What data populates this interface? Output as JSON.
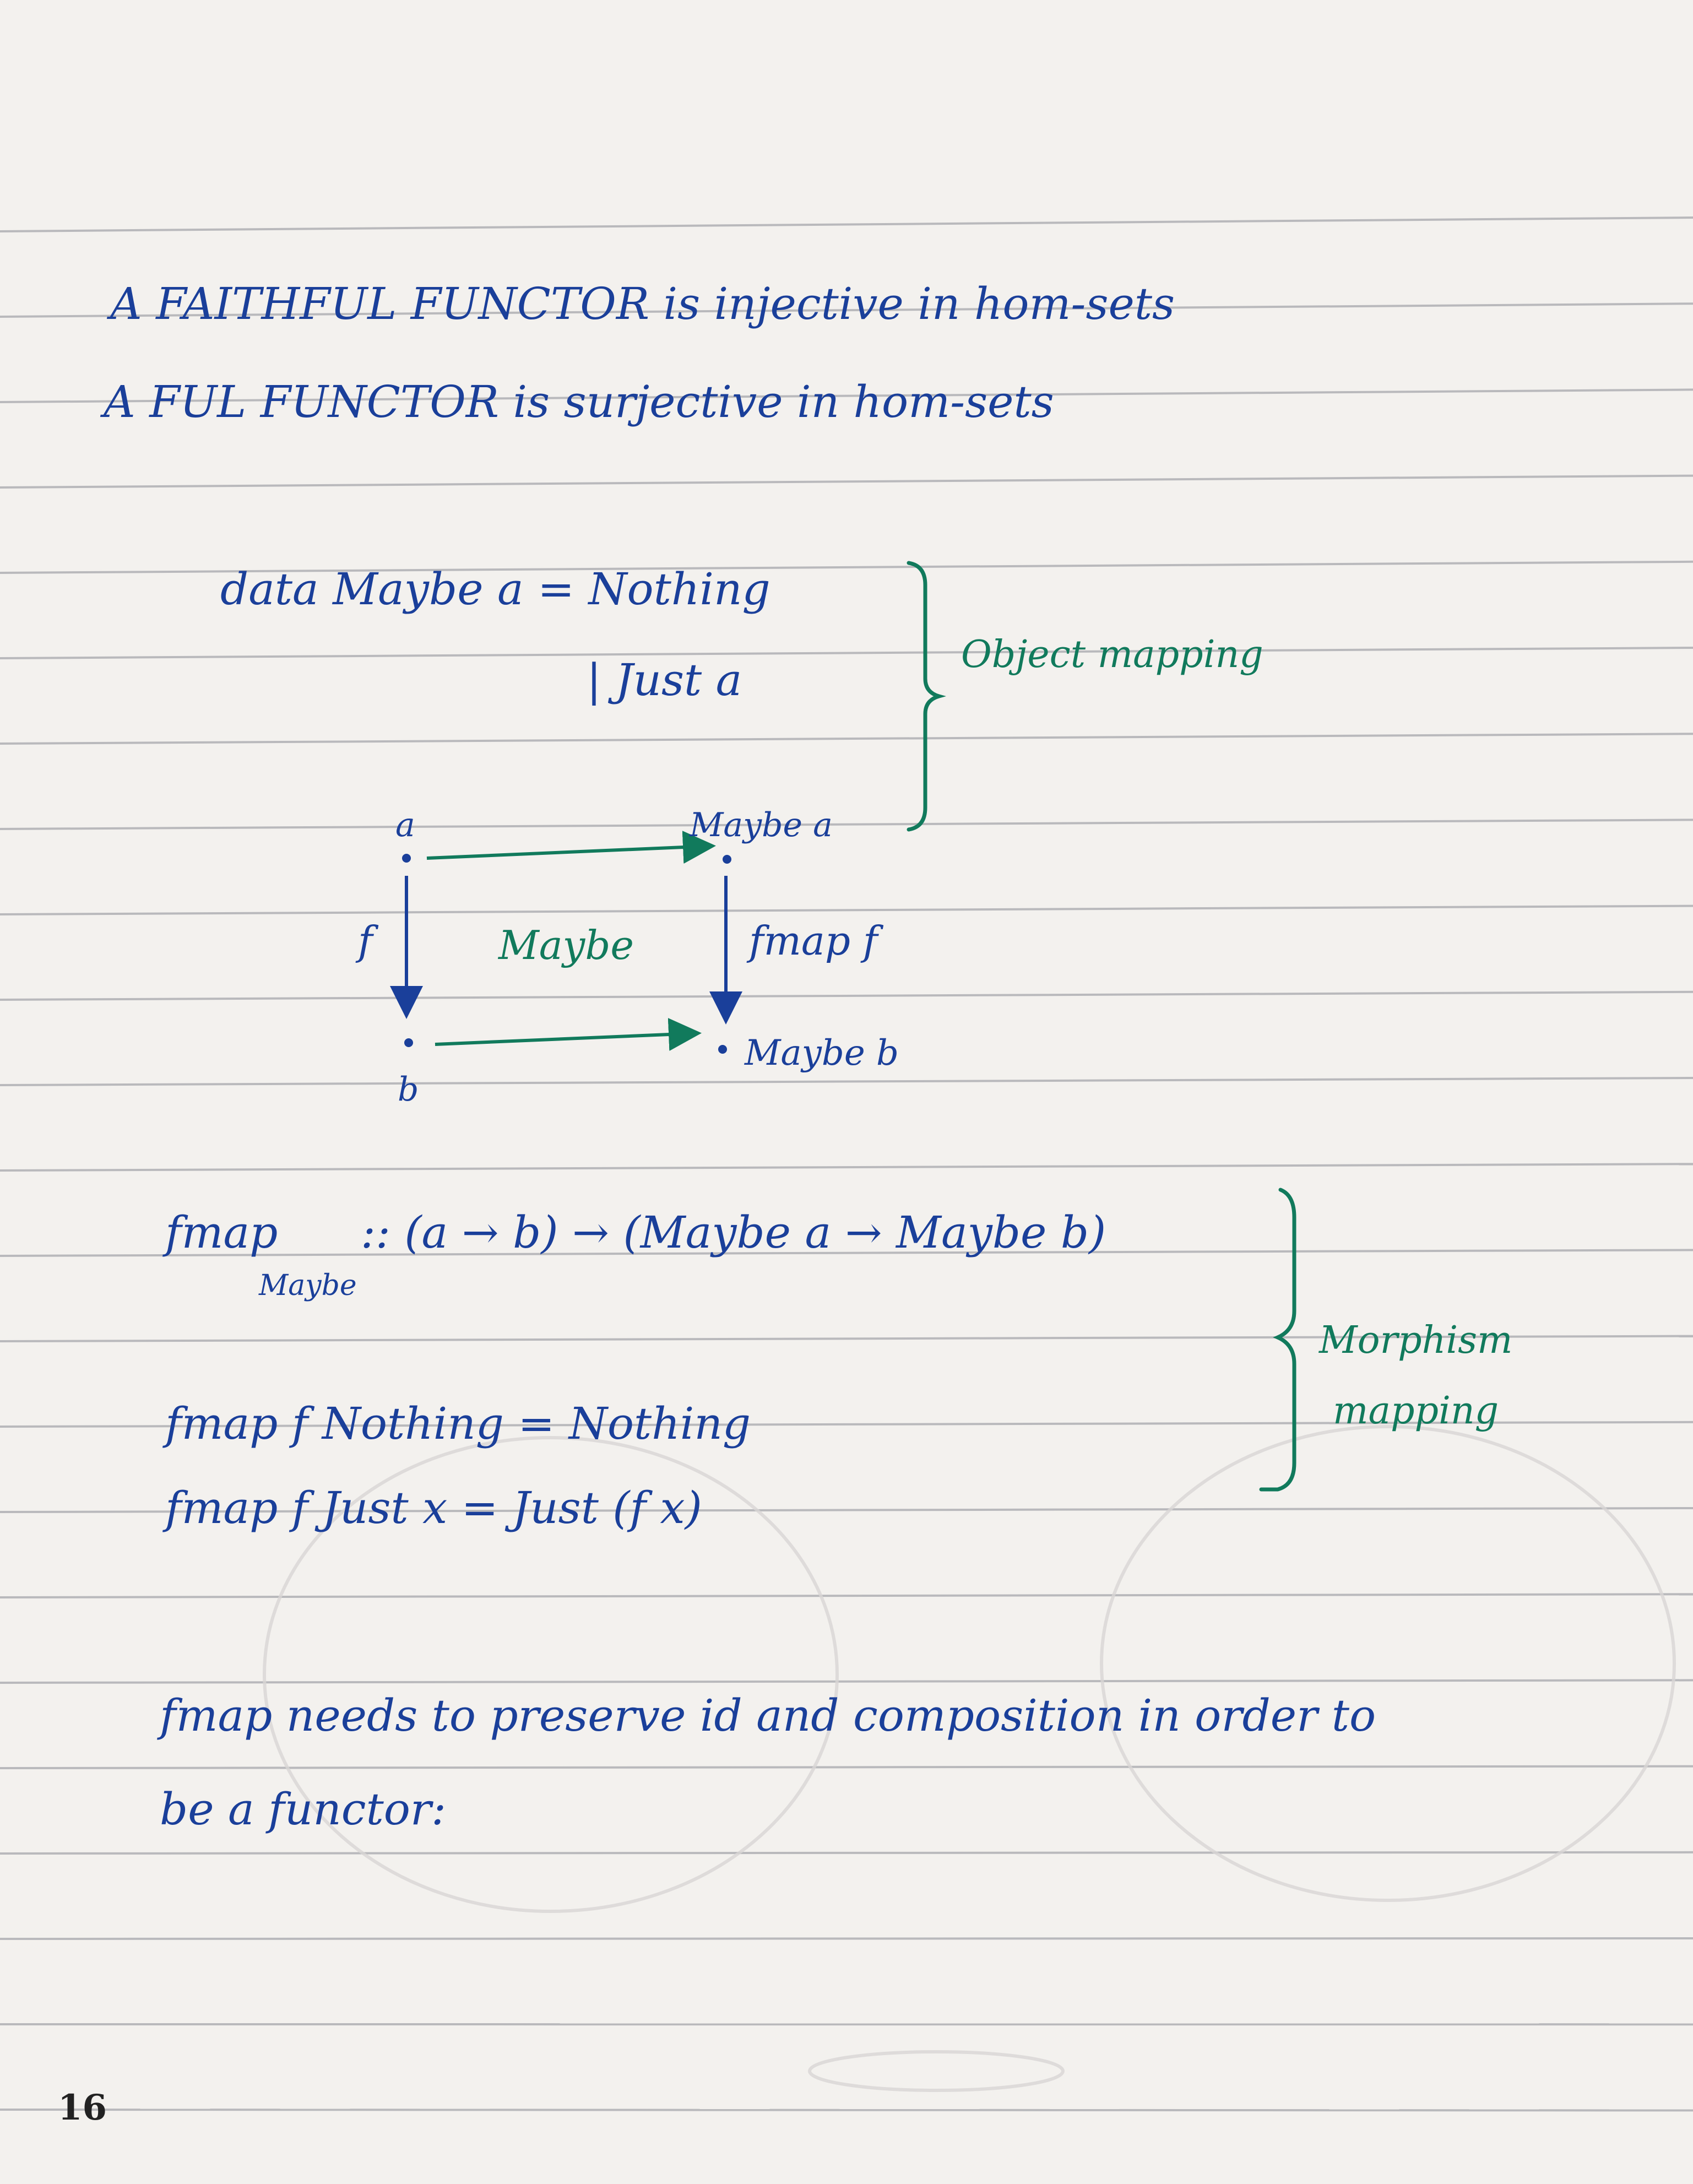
{
  "colors": {
    "blue_ink": "#1a3f9a",
    "green_ink": "#117a5c",
    "paper": "#f3f1ee",
    "rule": "#b9b9bc"
  },
  "lines": {
    "faithful": "A FAITHFUL FUNCTOR is injective in hom-sets",
    "full": "A FUL FUNCTOR is surjective in hom-sets"
  },
  "data_decl": {
    "line1": "data Maybe a = Nothing",
    "line2": "| Just a",
    "annotation": "Object mapping"
  },
  "diagram": {
    "a": "a",
    "b": "b",
    "maybe_a": "Maybe a",
    "maybe_b": "Maybe b",
    "f": "f",
    "fmap_f": "fmap f",
    "functor": "Maybe"
  },
  "fmap_sig": {
    "name": "fmap",
    "subscript": "Maybe",
    "type": ":: (a → b) → (Maybe a → Maybe b)"
  },
  "fmap_defs": {
    "line1": "fmap f Nothing = Nothing",
    "line2": "fmap f Just x = Just (f x)"
  },
  "morphism_annotation": {
    "line1": "Morphism",
    "line2": "mapping"
  },
  "note": {
    "line1": "fmap needs to preserve id and composition in order to",
    "line2": "be a functor:"
  },
  "page_number": "16"
}
